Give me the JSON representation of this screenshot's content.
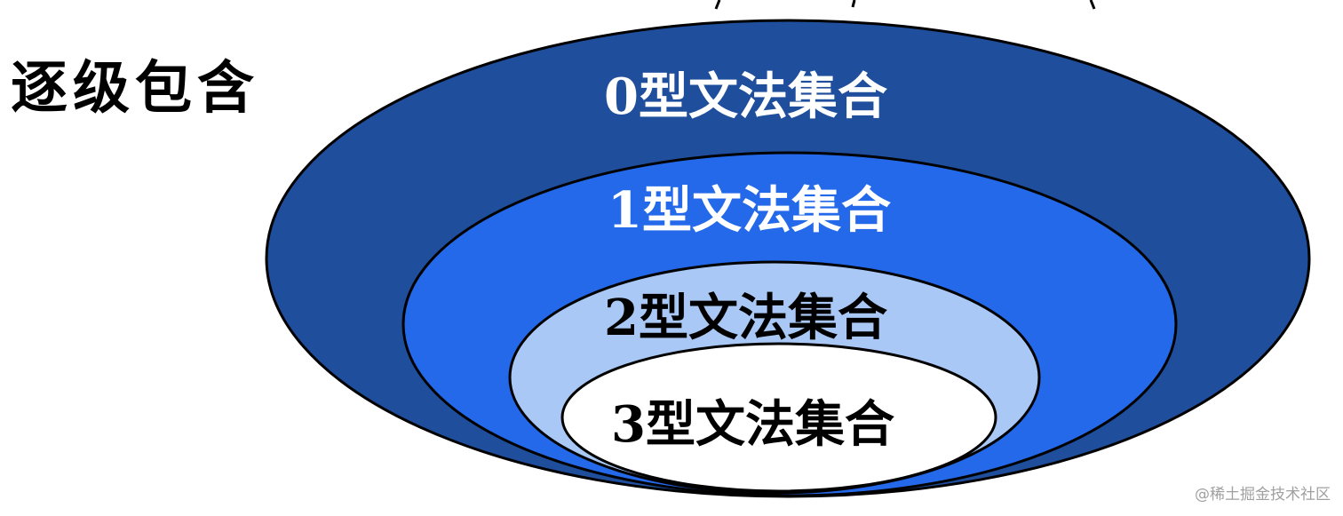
{
  "title": "逐级包含",
  "diagram": {
    "type": "nested-ellipses",
    "sets": [
      {
        "label": "0型文法集合",
        "fill": "#1f4e9c",
        "text_color": "#ffffff"
      },
      {
        "label": "1型文法集合",
        "fill": "#2469ea",
        "text_color": "#ffffff"
      },
      {
        "label": "2型文法集合",
        "fill": "#a9c8f5",
        "text_color": "#000000"
      },
      {
        "label": "3型文法集合",
        "fill": "#ffffff",
        "text_color": "#000000"
      }
    ],
    "stroke": "#000000"
  },
  "watermark": "@稀土掘金技术社区"
}
